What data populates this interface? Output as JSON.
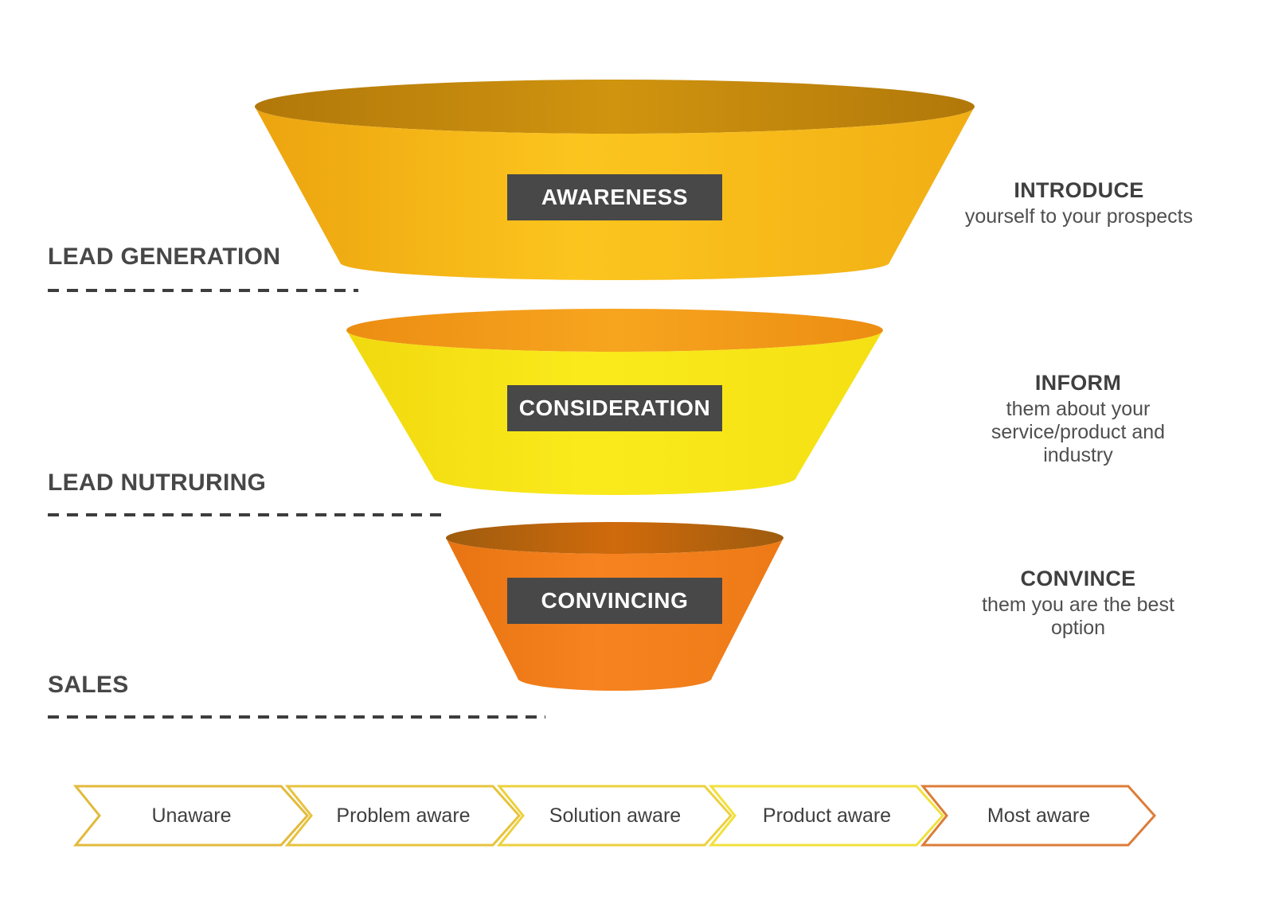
{
  "diagram": {
    "background": "#FFFFFF",
    "text_color": "#474747",
    "dash_color": "#3D3D3D",
    "stage_box_bg": "#484848",
    "stage_box_text_color": "#FFFFFF",
    "stages": [
      {
        "label": "AWARENESS",
        "phase": "LEAD GENERATION",
        "action_title": "INTRODUCE",
        "action_text": "yourself to your prospects",
        "colors": {
          "body_left": "#ECA40F",
          "body_mid": "#FCC51E",
          "body_right": "#F1AE14",
          "inner_edge": "#B1780A",
          "inner_mid": "#D0940F"
        }
      },
      {
        "label": "CONSIDERATION",
        "phase": "LEAD NUTRURING",
        "action_title": "INFORM",
        "action_text": "them about your service/product and industry",
        "colors": {
          "body_left": "#F1D90F",
          "body_mid": "#FAEA1C",
          "body_right": "#F5E013",
          "inner_edge": "#EC8D12",
          "inner_mid": "#F7A51F"
        }
      },
      {
        "label": "CONVINCING",
        "phase": "SALES",
        "action_title": "CONVINCE",
        "action_text": "them you are the best option",
        "colors": {
          "body_left": "#E87312",
          "body_mid": "#F6831F",
          "body_right": "#ED7A16",
          "inner_edge": "#9E5C0E",
          "inner_mid": "#D06A0C"
        }
      }
    ],
    "awareness_stages": [
      {
        "label": "Unaware",
        "outline_color": "#E2BA3C"
      },
      {
        "label": "Problem aware",
        "outline_color": "#E7C33C"
      },
      {
        "label": "Solution aware",
        "outline_color": "#ECD13E"
      },
      {
        "label": "Product aware",
        "outline_color": "#F0E13C"
      },
      {
        "label": "Most aware",
        "outline_color": "#DC7D38"
      }
    ]
  }
}
